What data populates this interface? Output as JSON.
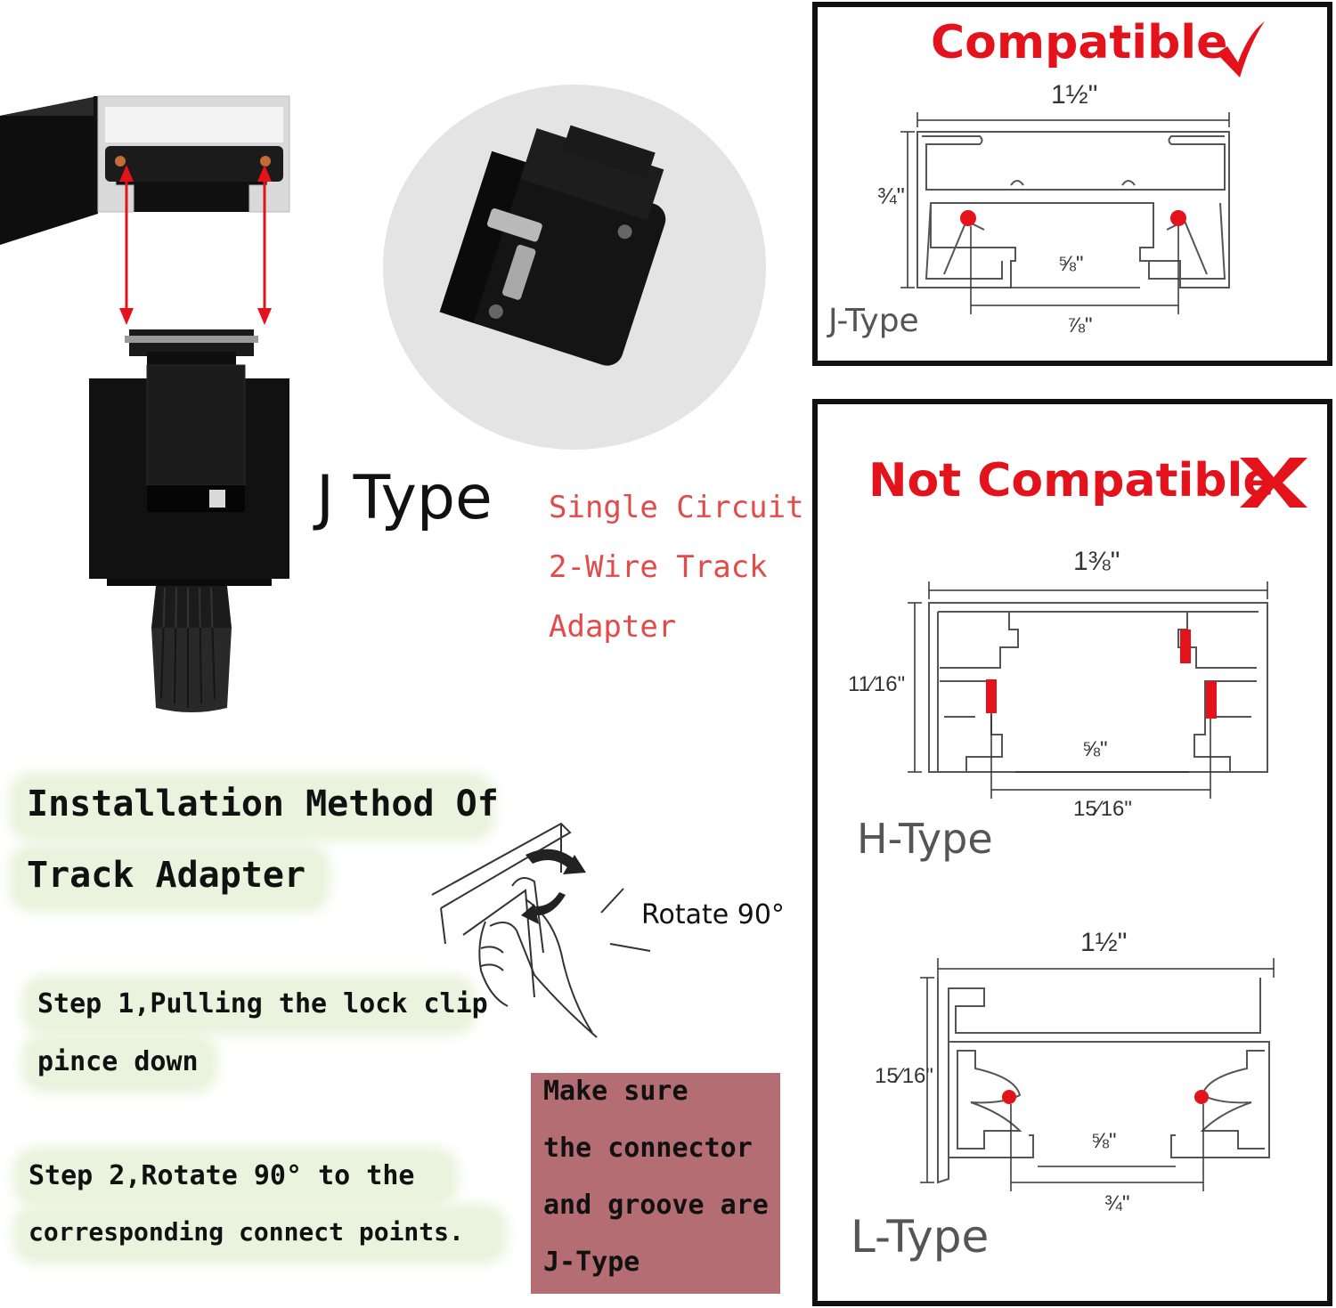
{
  "product": {
    "type_title": "J Type",
    "description_lines": [
      "Single Circuit",
      "2-Wire Track",
      "Adapter"
    ]
  },
  "install": {
    "title_lines": [
      "Installation Method Of",
      "Track Adapter"
    ],
    "step1_lines": [
      "Step 1,Pulling the lock clip",
      "pince down"
    ],
    "step2_lines": [
      "Step 2,Rotate 90° to the",
      "corresponding connect points."
    ],
    "rotate_label": "Rotate 90°",
    "note_lines": [
      "Make sure",
      "the connector",
      "and groove are",
      "J-Type"
    ]
  },
  "compatible": {
    "title": "Compatible",
    "mark": "check-icon",
    "type_label": "J-Type",
    "dims": {
      "width": "1½\"",
      "height": "¾\"",
      "inner": "⅝\"",
      "contacts": "⅞\""
    }
  },
  "not_compatible": {
    "title": "Not Compatible",
    "mark": "x-icon",
    "h_type": {
      "label": "H-Type",
      "dims": {
        "width": "1⅜\"",
        "height": "11⁄16\"",
        "inner": "⅝\"",
        "contacts": "15⁄16\""
      }
    },
    "l_type": {
      "label": "L-Type",
      "dims": {
        "width": "1½\"",
        "height": "15⁄16\"",
        "inner": "⅝\"",
        "contacts": "¾\""
      }
    }
  },
  "colors": {
    "red": "#e3121b",
    "note_bg": "#b36d73",
    "glow": "#eaf3dd",
    "product_black": "#141414"
  }
}
